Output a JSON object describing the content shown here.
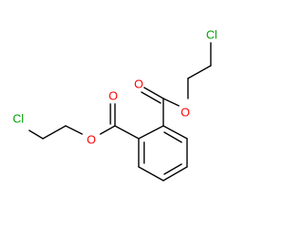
{
  "molecule": {
    "atoms": {
      "cl_top": "Cl",
      "o_ester_top": "O",
      "o_carbonyl_top": "O",
      "o_carbonyl_left": "O",
      "o_ester_left": "O",
      "cl_left": "Cl"
    },
    "colors": {
      "bond": "#000000",
      "oxygen": "#ff0000",
      "chlorine": "#00a000"
    }
  }
}
